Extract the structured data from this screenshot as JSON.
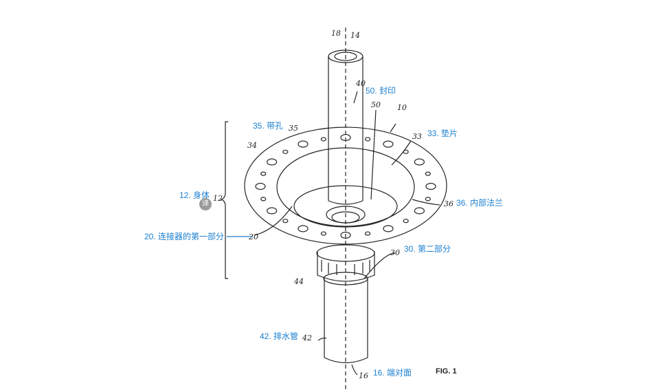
{
  "figure": {
    "caption": "FIG. 1",
    "reference_numerals": [
      "18",
      "14",
      "40",
      "50",
      "10",
      "35",
      "34",
      "33",
      "12",
      "36",
      "20",
      "30",
      "44",
      "42",
      "16"
    ]
  },
  "labels": {
    "seal": "50. 封印",
    "holes": "35. 带孔",
    "gasket": "33. 垫片",
    "body": "12. 身体",
    "inner_flange": "36. 内部法兰",
    "first_part": "20. 连接器的第一部分",
    "second_part": "30. 第二部分",
    "drain_pipe": "42. 排水管",
    "end_face": "16. 端对面"
  },
  "translate_badge": "译",
  "colors": {
    "label": "#1a7fd0",
    "drawing": "#222222"
  }
}
